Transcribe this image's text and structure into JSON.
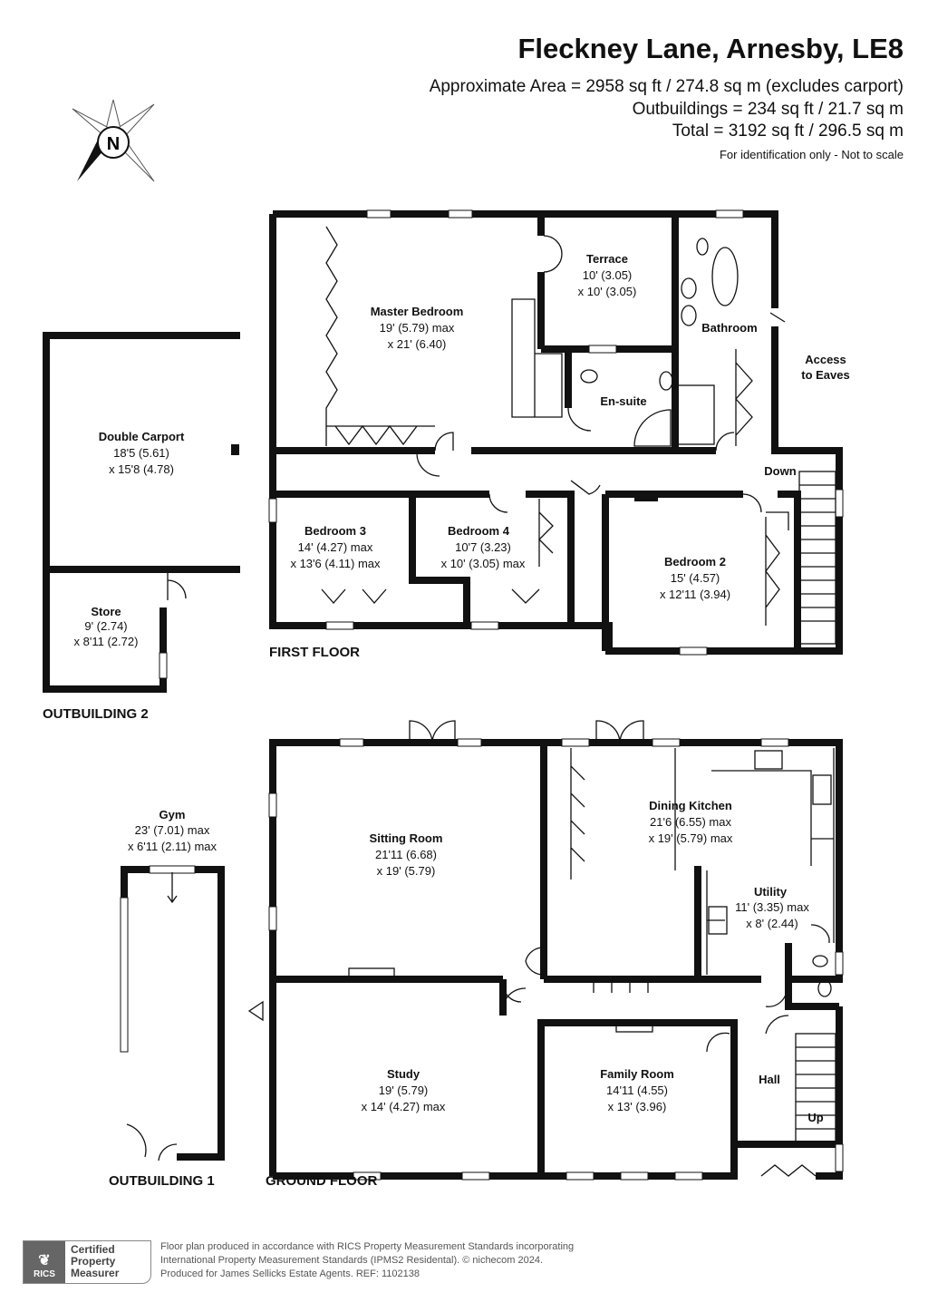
{
  "header": {
    "title": "Fleckney Lane, Arnesby, LE8",
    "area_line": "Approximate Area = 2958 sq ft / 274.8 sq m (excludes carport)",
    "outbuildings_line": "Outbuildings = 234 sq ft / 21.7 sq m",
    "total_line": "Total = 3192 sq ft / 296.5 sq m",
    "disclaimer": "For identification only - Not to scale"
  },
  "compass": {
    "label": "N",
    "icon": "compass-north-icon"
  },
  "first_floor": {
    "label": "FIRST FLOOR",
    "rooms": [
      {
        "name": "Master Bedroom",
        "dims": [
          "19' (5.79) max",
          "x 21' (6.40)"
        ]
      },
      {
        "name": "Terrace",
        "dims": [
          "10' (3.05)",
          "x 10' (3.05)"
        ]
      },
      {
        "name": "Bathroom",
        "dims": []
      },
      {
        "name": "En-suite",
        "dims": []
      },
      {
        "name": "Bedroom 3",
        "dims": [
          "14' (4.27) max",
          "x 13'6 (4.11) max"
        ]
      },
      {
        "name": "Bedroom 4",
        "dims": [
          "10'7 (3.23)",
          "x 10' (3.05) max"
        ]
      },
      {
        "name": "Bedroom 2",
        "dims": [
          "15' (4.57)",
          "x 12'11 (3.94)"
        ]
      }
    ],
    "notes": {
      "access": [
        "Access",
        "to Eaves"
      ],
      "down": "Down"
    }
  },
  "outbuilding_2": {
    "label": "OUTBUILDING 2",
    "rooms": [
      {
        "name": "Double Carport",
        "dims": [
          "18'5 (5.61)",
          "x 15'8 (4.78)"
        ]
      },
      {
        "name": "Store",
        "dims": [
          "9' (2.74)",
          "x 8'11 (2.72)"
        ]
      }
    ]
  },
  "ground_floor": {
    "label": "GROUND FLOOR",
    "rooms": [
      {
        "name": "Sitting Room",
        "dims": [
          "21'11 (6.68)",
          "x 19' (5.79)"
        ]
      },
      {
        "name": "Dining Kitchen",
        "dims": [
          "21'6 (6.55) max",
          "x 19' (5.79) max"
        ]
      },
      {
        "name": "Utility",
        "dims": [
          "11' (3.35) max",
          "x 8' (2.44)"
        ]
      },
      {
        "name": "Study",
        "dims": [
          "19' (5.79)",
          "x 14' (4.27) max"
        ]
      },
      {
        "name": "Family Room",
        "dims": [
          "14'11 (4.55)",
          "x 13' (3.96)"
        ]
      },
      {
        "name": "Hall",
        "dims": []
      }
    ],
    "notes": {
      "up": "Up"
    }
  },
  "outbuilding_1": {
    "label": "OUTBUILDING 1",
    "rooms": [
      {
        "name": "Gym",
        "dims": [
          "23' (7.01) max",
          "x 6'11 (2.11) max"
        ]
      }
    ]
  },
  "footer": {
    "badge": {
      "org": "RICS",
      "lines": [
        "Certified",
        "Property",
        "Measurer"
      ]
    },
    "lines": [
      "Floor plan produced in accordance with RICS Property Measurement Standards incorporating",
      "International Property Measurement Standards (IPMS2 Residental).   © nichecom 2024.",
      "Produced for James Sellicks Estate Agents.   REF: 1102138"
    ]
  }
}
